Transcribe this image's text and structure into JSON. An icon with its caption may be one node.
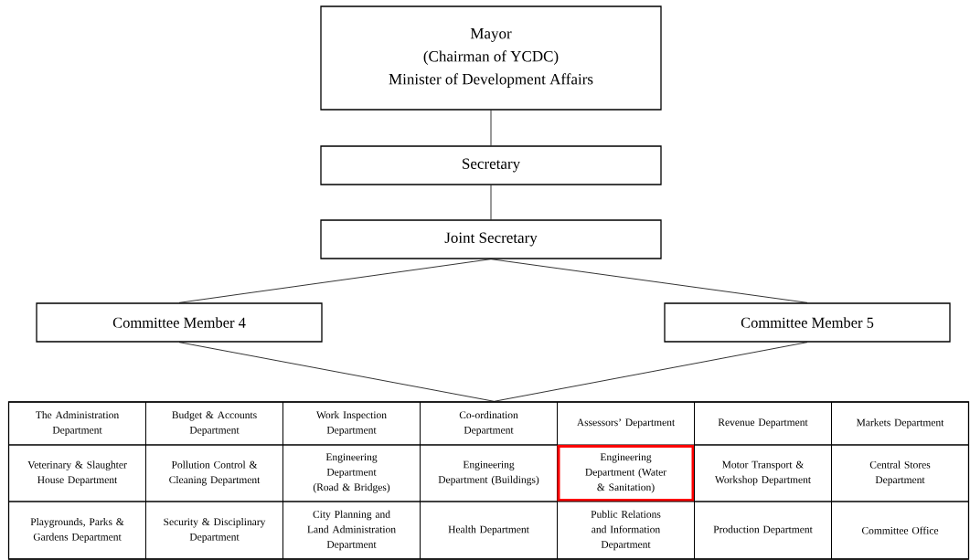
{
  "diagram": {
    "nodes": [
      {
        "text": [
          "Mayor",
          "(Chairman of YCDC)",
          "Minister of Development Affairs"
        ]
      },
      {
        "text": [
          "Secretary"
        ]
      },
      {
        "text": [
          "Joint Secretary"
        ]
      },
      {
        "text": [
          "Committee Member 4"
        ]
      },
      {
        "text": [
          "Committee Member 5"
        ]
      },
      {
        "text": [],
        "shape": "box"
      },
      {
        "text": [
          "The Administration Department"
        ],
        "in": 5
      },
      {
        "text": [
          "Budget & Accounts Department"
        ],
        "in": 5
      },
      {
        "text": [
          "Work Inspection Department"
        ],
        "in": 5
      },
      {
        "text": [
          "Co-ordination Department"
        ],
        "in": 5
      },
      {
        "text": [
          "Assessors’ Department"
        ],
        "in": 5
      },
      {
        "text": [
          "Revenue Department"
        ],
        "in": 5
      },
      {
        "text": [
          "Markets Department"
        ],
        "in": 5
      },
      {
        "text": [
          "Veterinary & Slaughter House Department"
        ],
        "in": 5
      },
      {
        "text": [
          "Pollution Control & Cleaning Department"
        ],
        "in": 5
      },
      {
        "text": [
          "Engineering Department (Road & Bridges)"
        ],
        "in": 5
      },
      {
        "text": [
          "Engineering Department (Buildings)"
        ],
        "in": 5
      },
      {
        "text": [
          "Engineering Department (Water & Sanitation)"
        ],
        "in": 5
      },
      {
        "text": [
          "Motor Transport & Workshop Department"
        ],
        "in": 5
      },
      {
        "text": [
          "Central Stores Department"
        ],
        "in": 5
      },
      {
        "text": [
          "Playgrounds, Parks & Gardens Department"
        ],
        "in": 5
      },
      {
        "text": [
          "Security & Disciplinary Department"
        ],
        "in": 5
      },
      {
        "text": [
          "City Planning and Land Administration Department"
        ],
        "in": 5
      },
      {
        "text": [
          "Health Department"
        ],
        "in": 5
      },
      {
        "text": [
          "Public Relations and Information Department"
        ],
        "in": 5
      },
      {
        "text": [
          "Production Department"
        ],
        "in": 5
      },
      {
        "text": [
          "Committee Office"
        ],
        "in": 5
      }
    ],
    "edges": [
      {
        "from": 0,
        "to": 1,
        "arrow": "none"
      },
      {
        "from": 1,
        "to": 2,
        "arrow": "none"
      },
      {
        "from": 2,
        "to": 3,
        "arrow": "none"
      },
      {
        "from": 2,
        "to": 4,
        "arrow": "none"
      },
      {
        "from": 3,
        "to": 5,
        "arrow": "none"
      },
      {
        "from": 4,
        "to": 5,
        "arrow": "none"
      }
    ]
  }
}
